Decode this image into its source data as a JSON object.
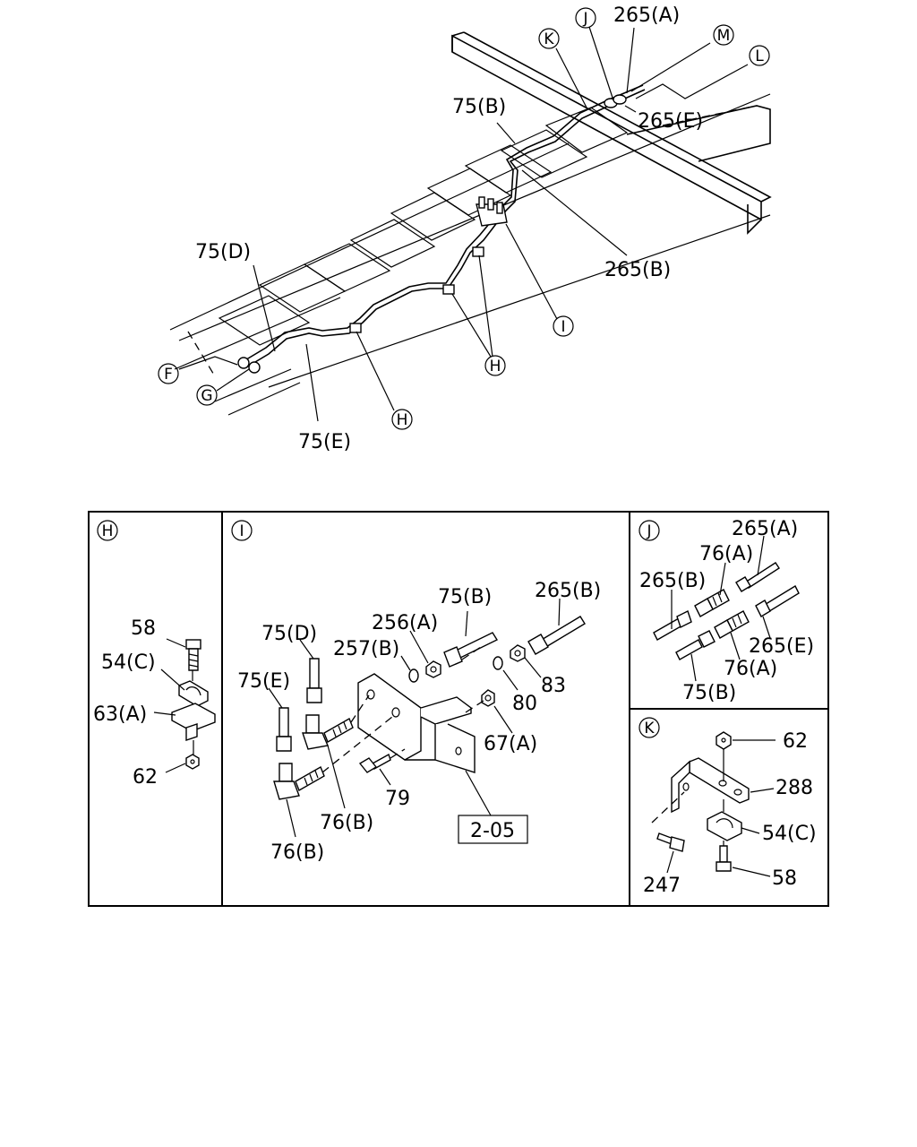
{
  "overview": {
    "labels": {
      "l1": "265(A)",
      "l2": "75(B)",
      "l3": "265(E)",
      "l4": "265(B)",
      "l5": "75(D)",
      "l6": "75(E)"
    },
    "markers": {
      "J": "J",
      "K": "K",
      "M": "M",
      "L": "L",
      "I": "I",
      "H1": "H",
      "H2": "H",
      "F": "F",
      "G": "G"
    }
  },
  "detail_H": {
    "marker": "H",
    "labels": {
      "a": "58",
      "b": "54(C)",
      "c": "63(A)",
      "d": "62"
    }
  },
  "detail_I": {
    "marker": "I",
    "labels": {
      "a": "75(B)",
      "b": "265(B)",
      "c": "256(A)",
      "d": "75(D)",
      "e": "257(B)",
      "f": "75(E)",
      "g": "83",
      "h": "80",
      "i": "67(A)",
      "j": "79",
      "k": "76(B)",
      "l": "76(B)"
    },
    "ref_box": "2-05"
  },
  "detail_J": {
    "marker": "J",
    "labels": {
      "a": "265(A)",
      "b": "76(A)",
      "c": "265(B)",
      "d": "265(E)",
      "e": "76(A)",
      "f": "75(B)"
    }
  },
  "detail_K": {
    "marker": "K",
    "labels": {
      "a": "62",
      "b": "288",
      "c": "54(C)",
      "d": "247",
      "e": "58"
    }
  }
}
